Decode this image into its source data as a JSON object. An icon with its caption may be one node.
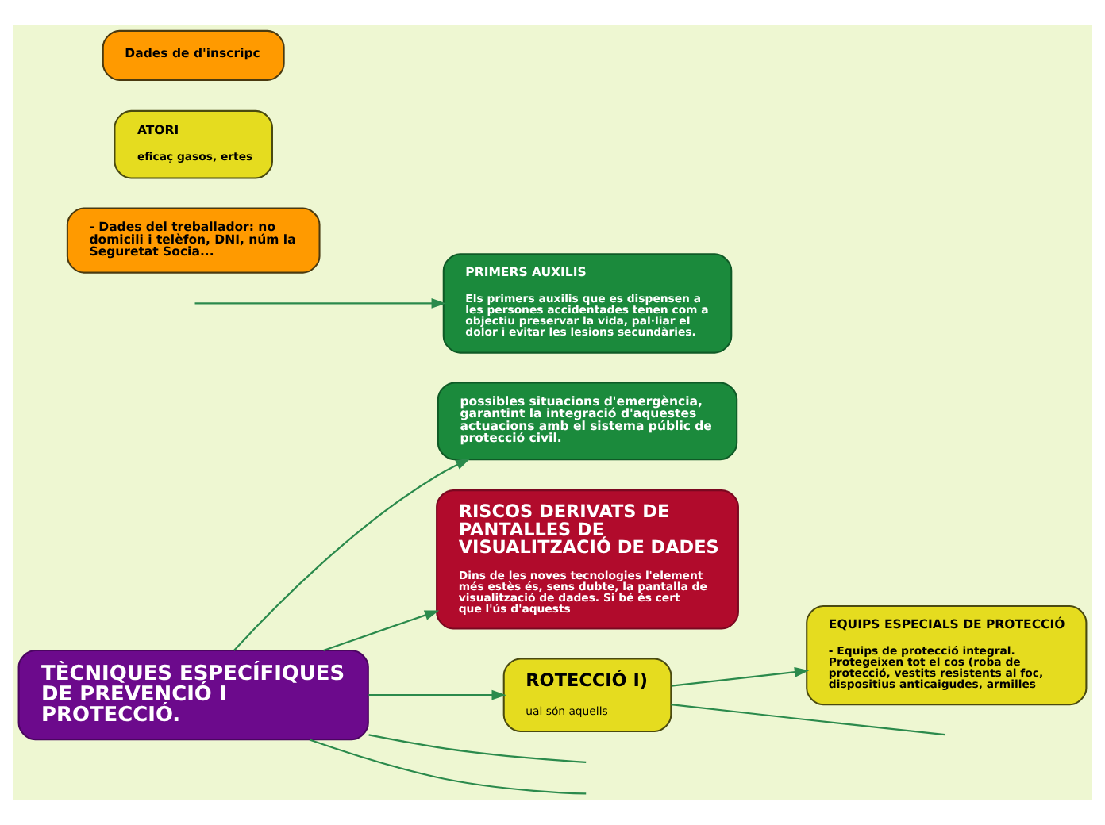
{
  "diagram": {
    "nodes": [
      {
        "text": [
          "possibles situacions d'emergència, garantint la integració d'aquestes actuacions amb el sistema públic de protecció civil."
        ]
      },
      {
        "text": [
          "PRIMERS AUXILIS",
          "Els primers auxilis que es dispensen a les persones accidentades tenen com a objectiu preservar la vida, pal·liar el dolor i evitar les lesions secundàries."
        ]
      },
      {
        "text": [
          "TÈCNIQUES ESPECÍFIQUES DE PREVENCIÓ I PROTECCIÓ."
        ]
      },
      {
        "text": [
          "- Dades del treballador: no domicili i telèfon, DNI, núm la Seguretat Socia..."
        ]
      },
      {
        "text": [
          "ATORI",
          "eficaç gasos, ertes"
        ]
      },
      {
        "text": [
          "Dades de d'inscripc"
        ]
      },
      {
        "text": [
          "RISCOS DERIVATS DE PANTALLES DE VISUALITZACIÓ DE DADES",
          "Dins de les noves tecnologies l'element més estès és, sens dubte, la pantalla de visualització de dades. Si bé és cert que l'ús d'aquests"
        ]
      },
      {
        "text": [
          "ROTECCIÓ I)",
          "ual són aquells"
        ]
      },
      {
        "text": [
          "EQUIPS ESPECIALS DE PROTECCIÓ",
          "- Equips de protecció integral. Protegeixen tot el cos (roba de protecció, vestits resistents al foc, dispositius anticaigudes, armilles"
        ]
      }
    ],
    "edges": [
      {
        "from": 2,
        "to": 0,
        "arrow": "to"
      },
      {
        "from": null,
        "to": 1,
        "arrow": "to"
      },
      {
        "from": 2,
        "to": null,
        "arrow": "none"
      },
      {
        "from": 2,
        "to": null,
        "arrow": "none"
      },
      {
        "from": 2,
        "to": 7,
        "arrow": "to"
      },
      {
        "from": 2,
        "to": 6,
        "arrow": "to"
      },
      {
        "from": 7,
        "to": 8,
        "arrow": "to"
      },
      {
        "from": 7,
        "to": null,
        "arrow": "none"
      }
    ]
  }
}
